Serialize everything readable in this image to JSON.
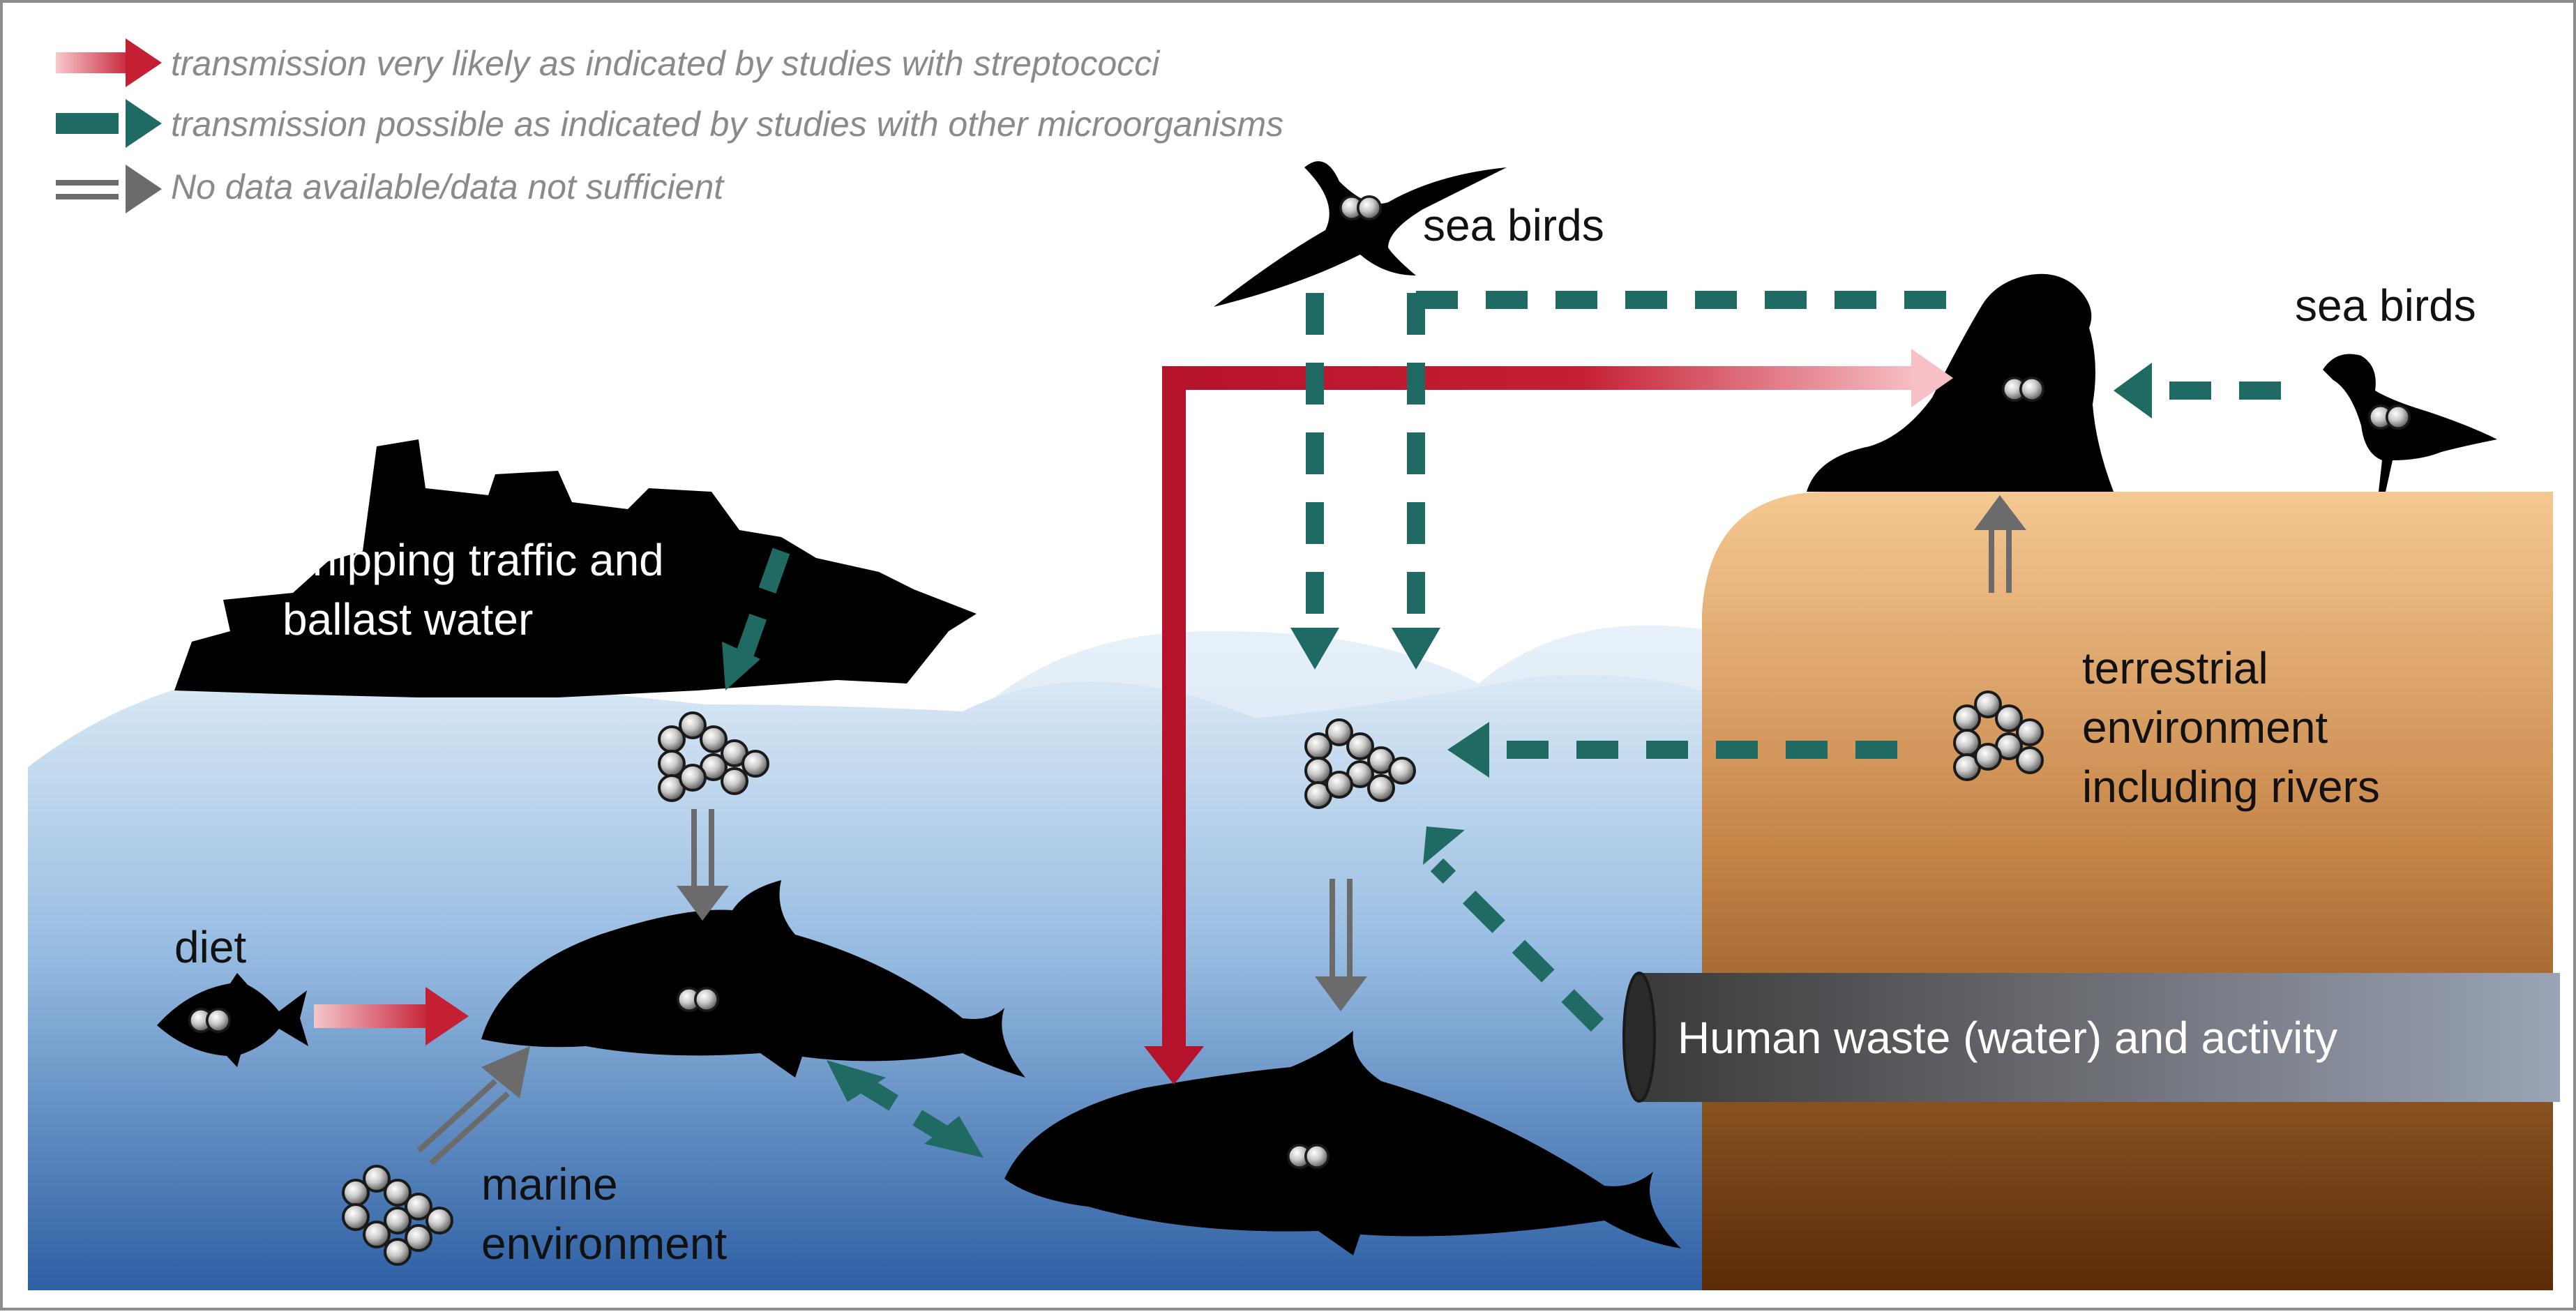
{
  "legend": {
    "red": "transmission very likely as indicated by studies with streptococci",
    "teal": "transmission possible as indicated by studies with other microorganisms",
    "grey": "No data available/data not sufficient"
  },
  "labels": {
    "sea_birds_flying": "sea birds",
    "sea_birds_standing": "sea birds",
    "shipping_line1": "Shipping traffic and",
    "shipping_line2": "ballast water",
    "terrestrial_line1": "terrestrial",
    "terrestrial_line2": "environment",
    "terrestrial_line3": "including rivers",
    "diet": "diet",
    "marine_line1": "marine",
    "marine_line2": "environment",
    "human_waste": "Human waste (water) and activity"
  },
  "colors": {
    "red_arrow": "#b5122b",
    "teal_arrow": "#1f6b63",
    "grey_arrow": "#6b6b6b",
    "silhouette": "#000000",
    "sea_top": "#d9e8f5",
    "sea_bottom": "#2f63a7",
    "land_top": "#f3c48e",
    "land_bottom": "#5a2c07",
    "pipe": "#4a4a4a"
  }
}
